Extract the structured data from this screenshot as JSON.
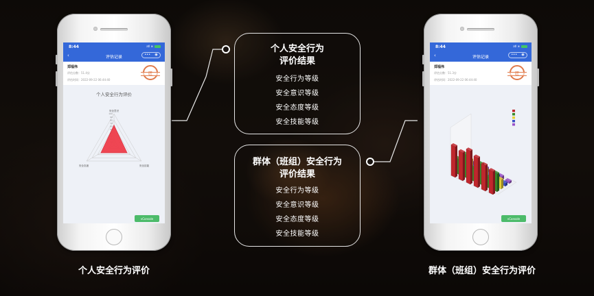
{
  "left_phone": {
    "status_time": "8:44",
    "status_signal": "atl ≋",
    "nav_back": "‹",
    "nav_title": "评估记录",
    "capsule_more": "•••",
    "capsule_close": "◉",
    "name": "郑福伟",
    "score": "评估分数：51.4分",
    "datetime": "评估时间：2022-09-22 06:44:40",
    "stamp_glyph": "匠",
    "chart_title": "个人安全行为评价",
    "vconsole": "vConsole"
  },
  "right_phone": {
    "status_time": "8:44",
    "status_signal": "atl ≋",
    "nav_back": "‹",
    "nav_title": "评估记录",
    "capsule_more": "•••",
    "capsule_close": "◉",
    "name": "郑福伟",
    "score": "评估分数：51.3分",
    "datetime": "评估时间：2022-09-22 06:44:40",
    "stamp_glyph": "匠",
    "vconsole": "vConsole"
  },
  "chart_data": [
    {
      "type": "radar",
      "title": "个人安全行为评价",
      "axes": [
        "安全意识",
        "安全态度",
        "安全技能"
      ],
      "tick_labels": [
        "100",
        "90",
        "80",
        "70",
        "60",
        "50",
        "40",
        "30",
        "20",
        "10"
      ],
      "range": [
        0,
        100
      ],
      "series": [
        {
          "values": [
            64,
            48,
            48
          ]
        }
      ],
      "colors": {
        "fill": "#ee3c4a",
        "grid": "#c8c8c8"
      }
    },
    {
      "type": "bar3d",
      "title": "",
      "series": [
        {
          "color": "#c0272d",
          "values": [
            60,
            55,
            65,
            58,
            50,
            45
          ]
        },
        {
          "color": "#3a8a2a",
          "values": [
            30,
            45,
            25,
            40,
            20,
            35
          ]
        },
        {
          "color": "#e8d23a",
          "values": [
            20,
            30,
            15,
            25,
            10,
            18
          ]
        },
        {
          "color": "#3b4fc4",
          "values": [
            15,
            10,
            12,
            8,
            14,
            6
          ]
        },
        {
          "color": "#9a52c8",
          "values": [
            8,
            6,
            10,
            5,
            7,
            4
          ]
        }
      ]
    }
  ],
  "box_individual": {
    "heading_line1": "个人安全行为",
    "heading_line2": "评价结果",
    "items": [
      "安全行为等级",
      "安全意识等级",
      "安全态度等级",
      "安全技能等级"
    ]
  },
  "box_group": {
    "heading_line1": "群体（班组）安全行为",
    "heading_line2": "评价结果",
    "items": [
      "安全行为等级",
      "安全意识等级",
      "安全态度等级",
      "安全技能等级"
    ]
  },
  "captions": {
    "left": "个人安全行为评价",
    "right": "群体（班组）安全行为评价"
  },
  "colors": {
    "nav_blue": "#3468d9",
    "vconsole_green": "#4cbb6a",
    "stamp_orange": "#e07a4a"
  }
}
